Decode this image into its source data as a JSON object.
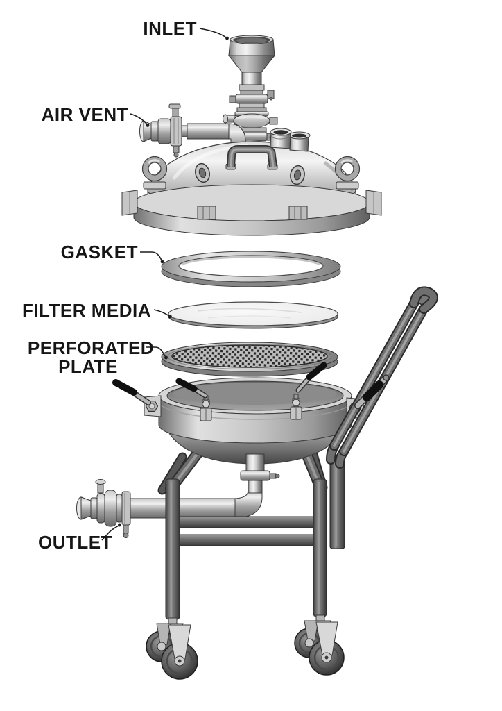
{
  "figure": {
    "type": "exploded-parts-diagram",
    "background": "#ffffff",
    "label_color": "#161616",
    "leader_color": "#1c1c1c",
    "parts": [
      {
        "id": "inlet",
        "label": "INLET"
      },
      {
        "id": "air-vent",
        "label": "AIR VENT"
      },
      {
        "id": "gasket",
        "label": "GASKET"
      },
      {
        "id": "filter-media",
        "label": "FILTER MEDIA"
      },
      {
        "id": "perforated-plate",
        "label": "PERFORATED PLATE",
        "line1": "PERFORATED",
        "line2": "PLATE"
      },
      {
        "id": "outlet",
        "label": "OUTLET"
      }
    ]
  }
}
